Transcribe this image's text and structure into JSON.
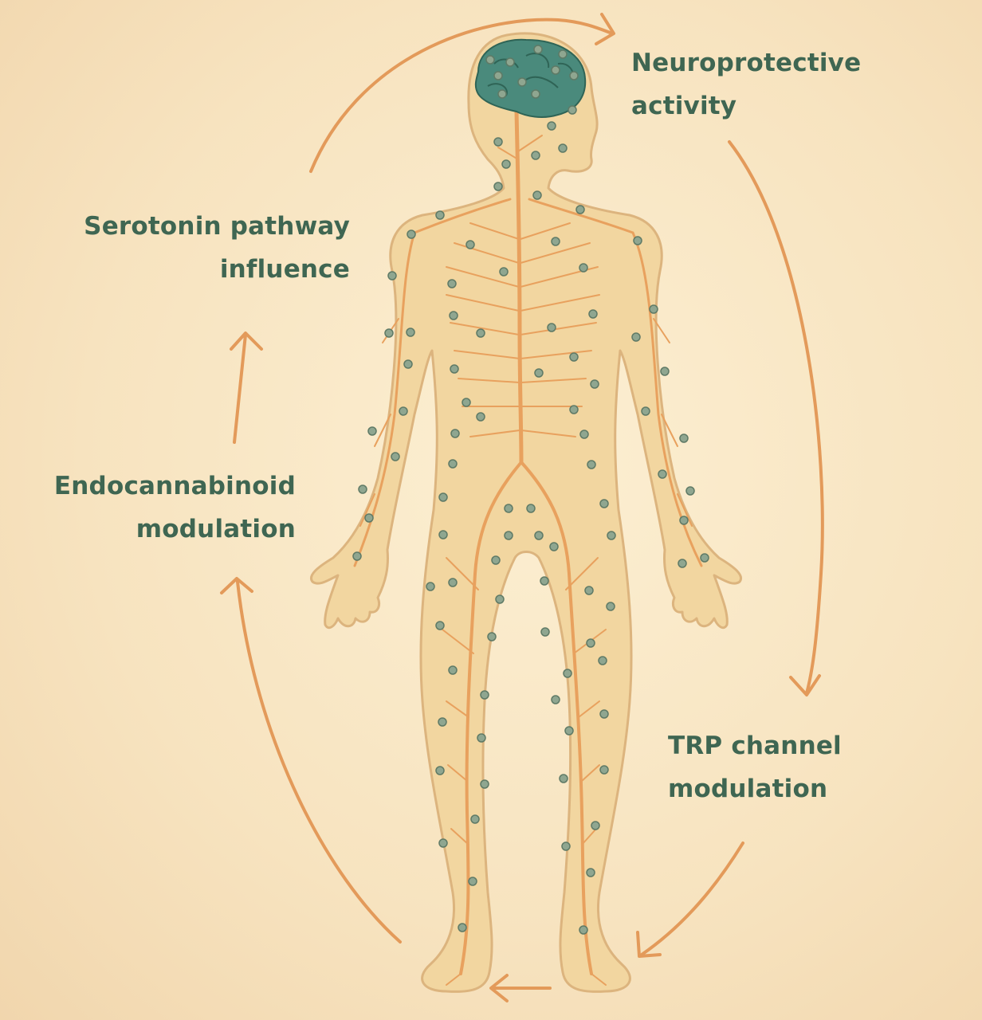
{
  "labels": {
    "neuroprotective": [
      "Neuroprotective",
      "activity"
    ],
    "serotonin": [
      "Serotonin pathway",
      "influence"
    ],
    "endocannabinoid": [
      "Endocannabinoid",
      "modulation"
    ],
    "trp": [
      "TRP channel",
      "modulation"
    ]
  },
  "colors": {
    "text": "#3f6652",
    "arrow": "#e39a5a",
    "nerve": "#e8a15e",
    "body_fill": "#f2d6a0",
    "body_stroke": "#dcb47e",
    "receptor_fill": "#8fa690",
    "receptor_stroke": "#5f7a66",
    "brain": "#4a8a7c"
  },
  "icons": {
    "figure": "human-body-nervous-system",
    "brain": "brain-icon",
    "receptors": "receptor-dot-icon",
    "cycle_arrows": "curved-arrow-icon"
  }
}
